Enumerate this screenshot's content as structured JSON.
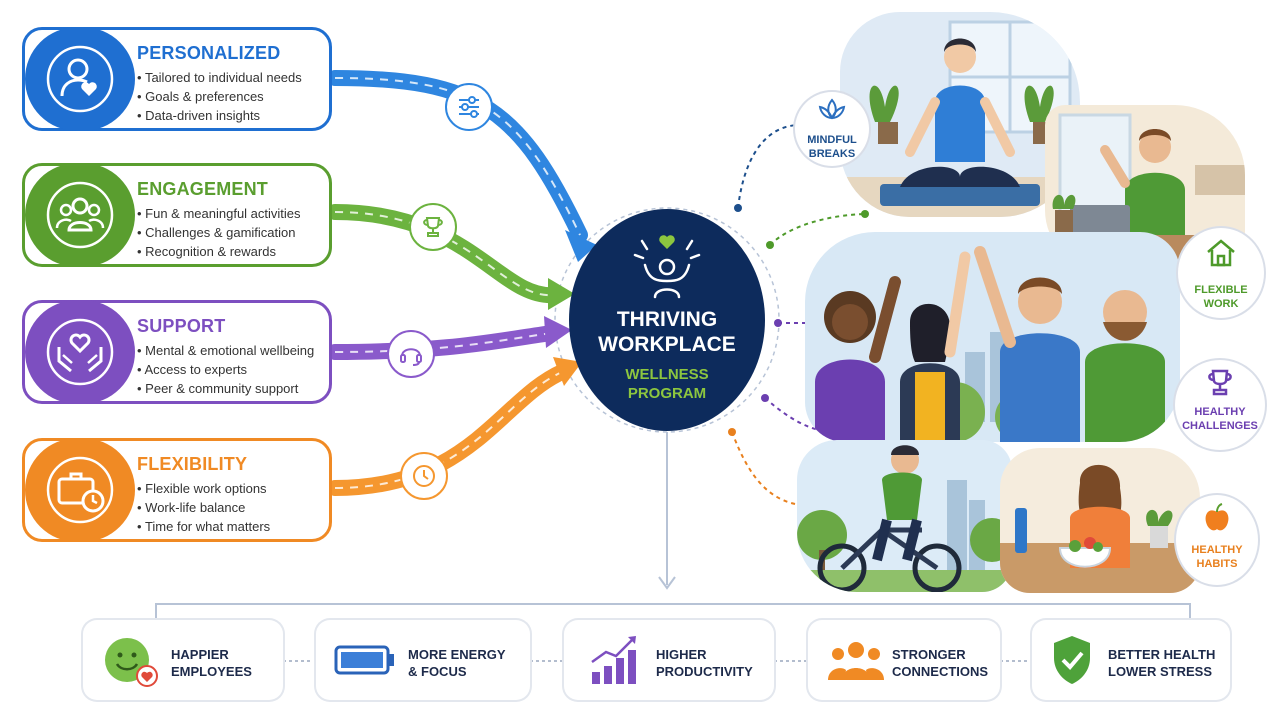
{
  "pillars": [
    {
      "title": "PERSONALIZED",
      "color": "#1f6fd1",
      "items": [
        "Tailored to individual needs",
        "Goals & preferences",
        "Data-driven insights"
      ],
      "icon": "person-heart-icon",
      "connector_icon": "sliders-icon"
    },
    {
      "title": "ENGAGEMENT",
      "color": "#5a9e2f",
      "items": [
        "Fun & meaningful activities",
        "Challenges & gamification",
        "Recognition & rewards"
      ],
      "icon": "group-icon",
      "connector_icon": "trophy-icon"
    },
    {
      "title": "SUPPORT",
      "color": "#7d4fc0",
      "items": [
        "Mental & emotional wellbeing",
        "Access to experts",
        "Peer & community support"
      ],
      "icon": "heart-hands-icon",
      "connector_icon": "headset-icon"
    },
    {
      "title": "FLEXIBILITY",
      "color": "#f08a24",
      "items": [
        "Flexible work options",
        "Work-life balance",
        "Time for what matters"
      ],
      "icon": "briefcase-clock-icon",
      "connector_icon": "clock-icon"
    }
  ],
  "hub": {
    "title_line1": "THRIVING",
    "title_line2": "WORKPLACE",
    "subtitle_line1": "WELLNESS",
    "subtitle_line2": "PROGRAM",
    "color": "#0d2b5c",
    "accent": "#8cc63f"
  },
  "activities": [
    {
      "line1": "MINDFUL",
      "line2": "BREAKS",
      "color": "#1d4f8c",
      "icon": "lotus-icon"
    },
    {
      "line1": "FLEXIBLE",
      "line2": "WORK",
      "color": "#4e9a2a",
      "icon": "home-icon"
    },
    {
      "line1": "HEALTHY",
      "line2": "CHALLENGES",
      "color": "#6b3fb0",
      "icon": "trophy-icon"
    },
    {
      "line1": "HEALTHY",
      "line2": "HABITS",
      "color": "#e8801e",
      "icon": "apple-icon"
    }
  ],
  "outcomes": [
    {
      "line1": "HAPPIER",
      "line2": "EMPLOYEES",
      "icon": "smiley-icon",
      "color": "#7cc04b"
    },
    {
      "line1": "MORE ENERGY",
      "line2": "& FOCUS",
      "icon": "battery-icon",
      "color": "#2a63b8"
    },
    {
      "line1": "HIGHER",
      "line2": "PRODUCTIVITY",
      "icon": "bar-growth-icon",
      "color": "#7d4fc0"
    },
    {
      "line1": "STRONGER",
      "line2": "CONNECTIONS",
      "icon": "people-icon",
      "color": "#f08a24"
    },
    {
      "line1": "BETTER HEALTH",
      "line2": "LOWER STRESS",
      "icon": "shield-check-icon",
      "color": "#4ea23a"
    }
  ]
}
